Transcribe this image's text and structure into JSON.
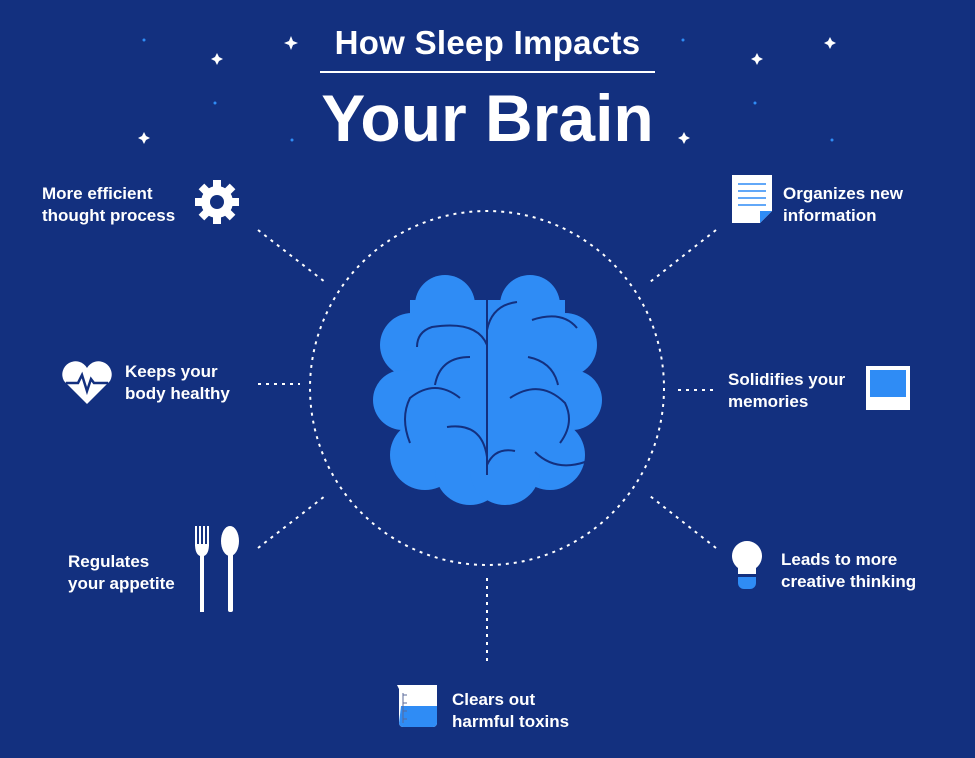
{
  "title": {
    "line1": "How Sleep Impacts",
    "line2": "Your Brain"
  },
  "colors": {
    "background": "#13307f",
    "accent": "#2f8cf5",
    "text": "#ffffff"
  },
  "benefits": [
    {
      "icon": "gear-icon",
      "line1": "More efficient",
      "line2": "thought process"
    },
    {
      "icon": "heart-pulse-icon",
      "line1": "Keeps your",
      "line2": "body healthy"
    },
    {
      "icon": "fork-spoon-icon",
      "line1": "Regulates",
      "line2": "your appetite"
    },
    {
      "icon": "beaker-icon",
      "line1": "Clears out",
      "line2": "harmful toxins"
    },
    {
      "icon": "lightbulb-icon",
      "line1": "Leads to more",
      "line2": "creative thinking"
    },
    {
      "icon": "photo-frame-icon",
      "line1": "Solidifies your",
      "line2": "memories"
    },
    {
      "icon": "document-icon",
      "line1": "Organizes new",
      "line2": "information"
    }
  ]
}
